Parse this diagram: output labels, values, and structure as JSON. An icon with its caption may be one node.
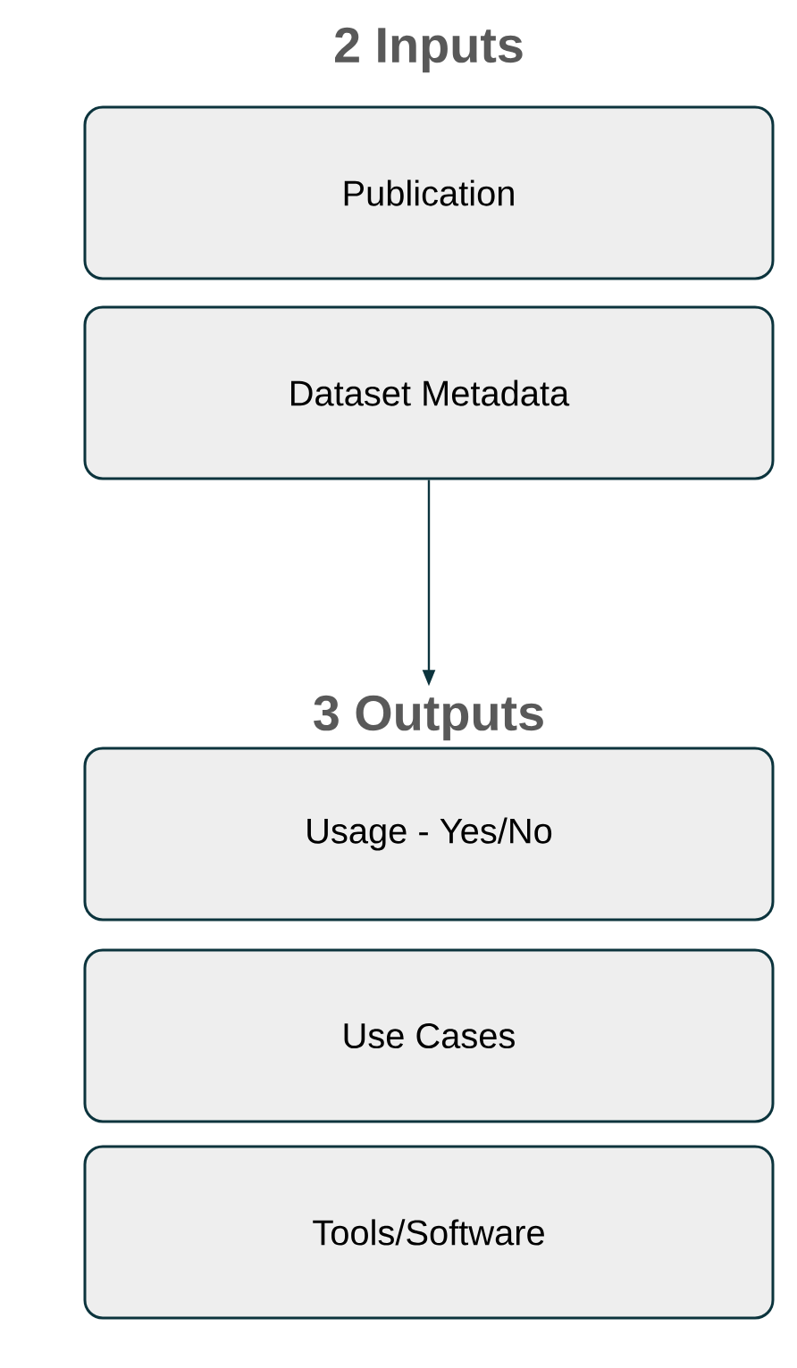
{
  "diagram": {
    "nodes": [
      {
        "text": [
          "Publication"
        ]
      },
      {
        "text": [
          "Dataset Metadata"
        ]
      },
      {
        "text": [
          "3 Outputs"
        ]
      },
      {
        "text": [
          "Usage - Yes/No"
        ]
      },
      {
        "text": [
          "Use Cases"
        ]
      },
      {
        "text": [
          "Tools/Software"
        ]
      }
    ],
    "edges": [
      {
        "from": 1,
        "to": 2,
        "arrow": "to"
      }
    ],
    "labels": [
      "2 Inputs"
    ]
  }
}
